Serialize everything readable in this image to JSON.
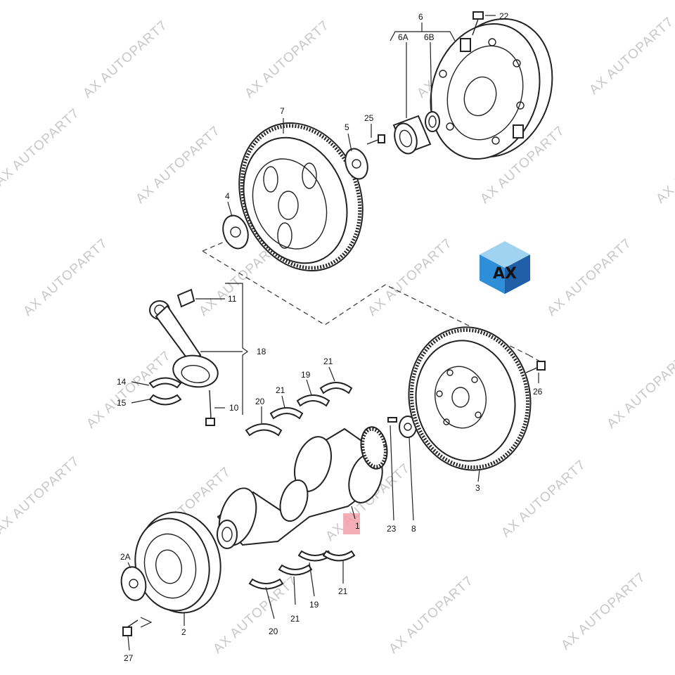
{
  "watermark": "AX AUTOPART7",
  "logo": {
    "text": "AX",
    "colors": {
      "light": "#9fd3f0",
      "mid": "#2f8ed8",
      "dark": "#1f5fa8"
    }
  },
  "labels": {
    "l1": "1",
    "l2": "2",
    "l2A": "2A",
    "l3": "3",
    "l4": "4",
    "l5": "5",
    "l6": "6",
    "l6A": "6A",
    "l6B": "6B",
    "l7": "7",
    "l8": "8",
    "l10": "10",
    "l11": "11",
    "l14": "14",
    "l15": "15",
    "l18": "18",
    "l19a": "19",
    "l19b": "19",
    "l20a": "20",
    "l20b": "20",
    "l21a": "21",
    "l21b": "21",
    "l21c": "21",
    "l21d": "21",
    "l22": "22",
    "l23": "23",
    "l25": "25",
    "l26": "26",
    "l27": "27"
  }
}
